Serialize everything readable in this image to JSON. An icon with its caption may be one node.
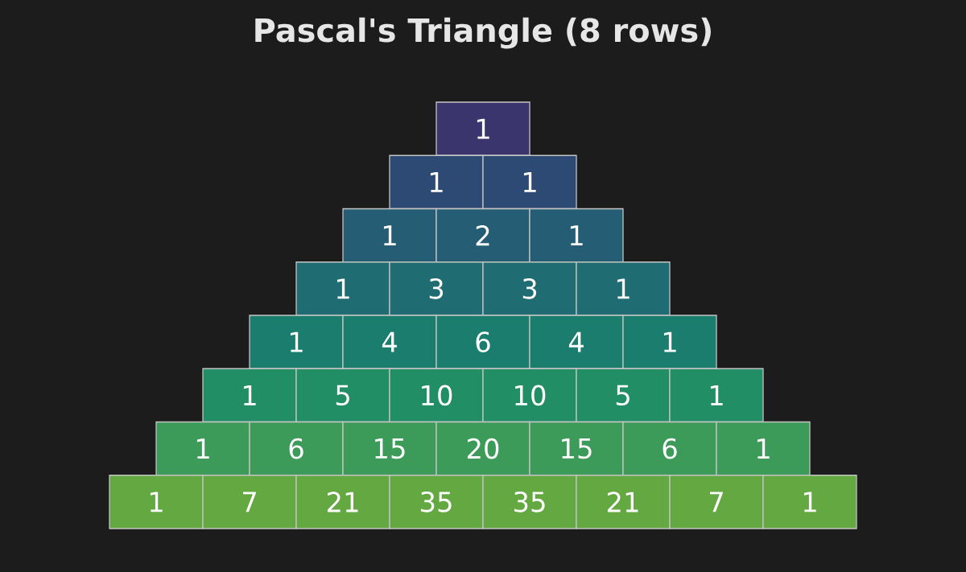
{
  "diagram": {
    "title": "Pascal's Triangle (8 rows)",
    "nodes": [
      {
        "text": [
          "1"
        ]
      },
      {
        "text": [
          "1"
        ]
      },
      {
        "text": [
          "1"
        ]
      },
      {
        "text": [
          "1"
        ]
      },
      {
        "text": [
          "2"
        ]
      },
      {
        "text": [
          "1"
        ]
      },
      {
        "text": [
          "1"
        ]
      },
      {
        "text": [
          "3"
        ]
      },
      {
        "text": [
          "3"
        ]
      },
      {
        "text": [
          "1"
        ]
      },
      {
        "text": [
          "1"
        ]
      },
      {
        "text": [
          "4"
        ]
      },
      {
        "text": [
          "6"
        ]
      },
      {
        "text": [
          "4"
        ]
      },
      {
        "text": [
          "1"
        ]
      },
      {
        "text": [
          "1"
        ]
      },
      {
        "text": [
          "5"
        ]
      },
      {
        "text": [
          "10"
        ]
      },
      {
        "text": [
          "10"
        ]
      },
      {
        "text": [
          "5"
        ]
      },
      {
        "text": [
          "1"
        ]
      },
      {
        "text": [
          "1"
        ]
      },
      {
        "text": [
          "6"
        ]
      },
      {
        "text": [
          "15"
        ]
      },
      {
        "text": [
          "20"
        ]
      },
      {
        "text": [
          "15"
        ]
      },
      {
        "text": [
          "6"
        ]
      },
      {
        "text": [
          "1"
        ]
      },
      {
        "text": [
          "1"
        ]
      },
      {
        "text": [
          "7"
        ]
      },
      {
        "text": [
          "21"
        ]
      },
      {
        "text": [
          "35"
        ]
      },
      {
        "text": [
          "35"
        ]
      },
      {
        "text": [
          "21"
        ]
      },
      {
        "text": [
          "7"
        ]
      },
      {
        "text": [
          "1"
        ]
      }
    ]
  }
}
